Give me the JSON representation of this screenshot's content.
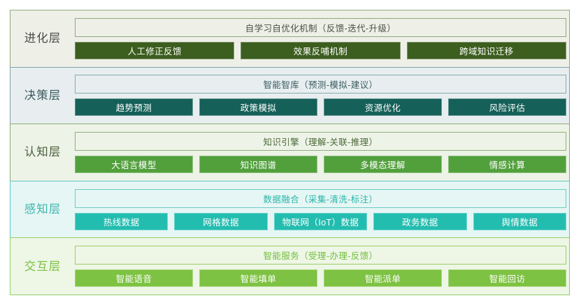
{
  "diagram": {
    "type": "layered-architecture-stack",
    "layers": [
      {
        "id": "evolution",
        "label": "进化层",
        "header": "自学习自优化机制（反馈-迭代-升级）",
        "accent": "#3c5e1e",
        "band_bg": "#eef0e8",
        "items": [
          "人工修正反馈",
          "效果反哺机制",
          "跨域知识迁移"
        ]
      },
      {
        "id": "decision",
        "label": "决策层",
        "header": "智能智库（预测-模拟-建议）",
        "accent": "#156058",
        "band_bg": "#e8eef0",
        "items": [
          "趋势预测",
          "政策模拟",
          "资源优化",
          "风险评估"
        ]
      },
      {
        "id": "cognition",
        "label": "认知层",
        "header": "知识引擎（理解-关联-推理）",
        "accent": "#52a03c",
        "band_bg": "#eef3e7",
        "items": [
          "大语言模型",
          "知识图谱",
          "多模态理解",
          "情感计算"
        ]
      },
      {
        "id": "perception",
        "label": "感知层",
        "header": "数据融合（采集-清洗-标注）",
        "accent": "#23bdb0",
        "band_bg": "#e6f6f4",
        "items": [
          "热线数据",
          "网格数据",
          "物联网（IoT）数据",
          "政务数据",
          "舆情数据"
        ]
      },
      {
        "id": "interaction",
        "label": "交互层",
        "header": "智能服务（受理-办理-反馈）",
        "accent": "#7dc242",
        "band_bg": "#eef6e6",
        "items": [
          "智能语音",
          "智能填单",
          "智能派单",
          "智能回访"
        ]
      }
    ]
  }
}
